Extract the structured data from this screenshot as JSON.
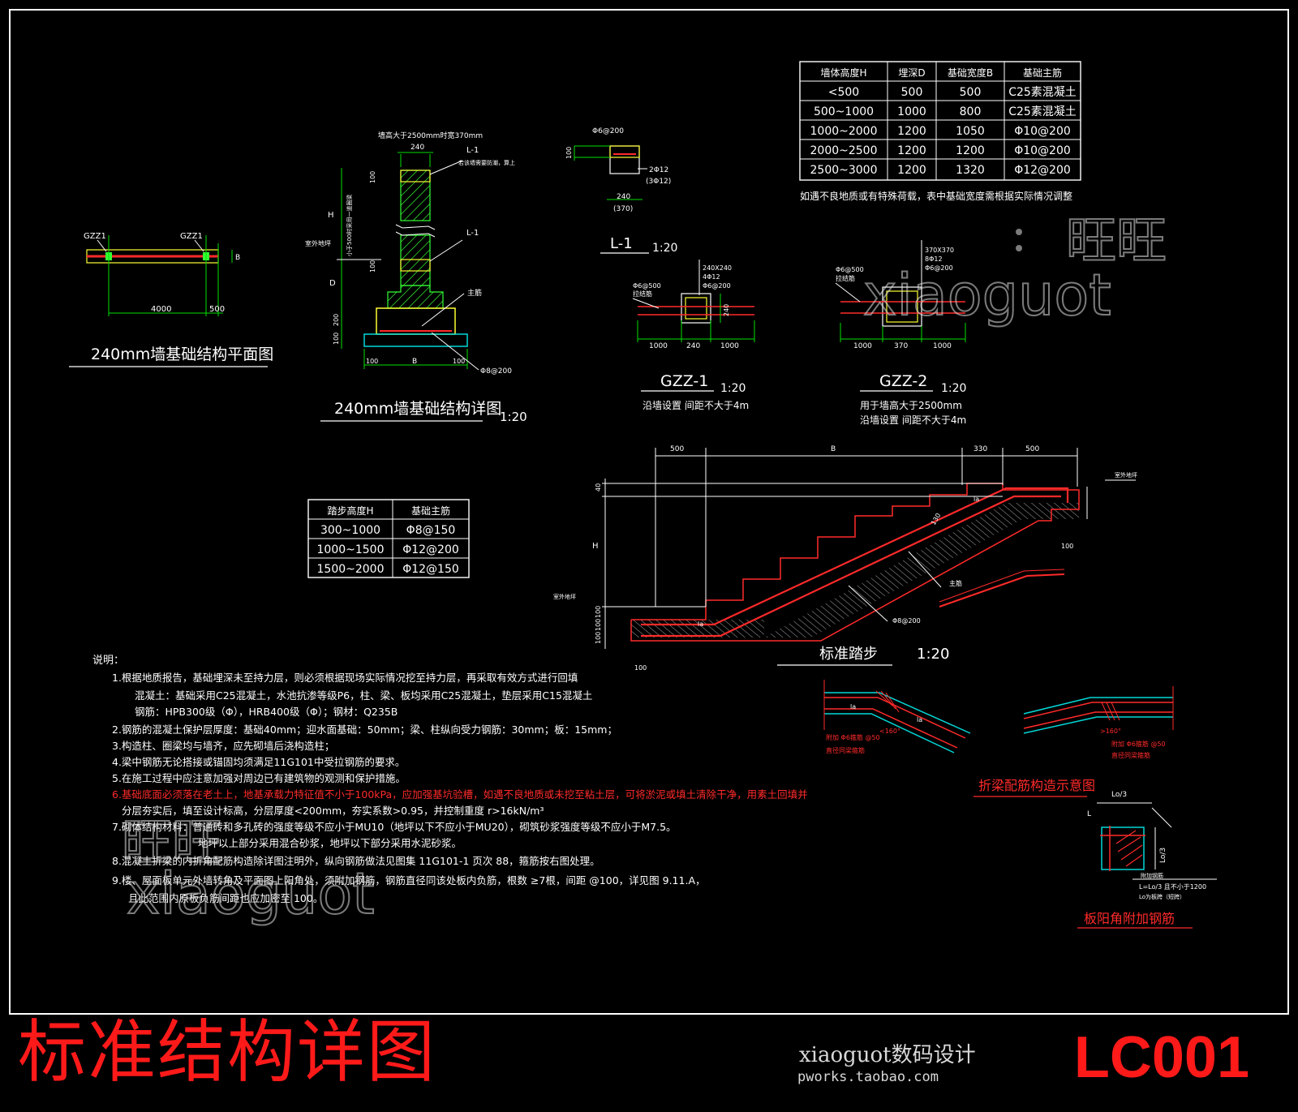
{
  "footer": {
    "title": "标准结构详图",
    "code": "LC001",
    "brand": "xiaoguot数码设计",
    "url": "pworks.taobao.com"
  },
  "watermark": {
    "cn": "旺旺",
    "en": "xiaoguot"
  },
  "colors": {
    "frame": "#ffffff",
    "rebar": "#ff2a2a",
    "dimension": "#00e000",
    "hatch": "#33ff33",
    "footing": "#ffff33",
    "bedding": "#00d8d8",
    "stair": "#ff2a2a"
  },
  "plan": {
    "title": "240mm墙基础结构平面图",
    "col_left": "GZZ1",
    "col_right": "GZZ1",
    "dim_length": "4000",
    "dim_end": "500",
    "dim_side": "B"
  },
  "wall_detail": {
    "title": "240mm墙基础结构详图",
    "scale": "1:20",
    "note_top": "墙高大于2500mm时宽370mm",
    "dim_top": "240",
    "beam_top": "L-1",
    "beam_top_note": "若该墙需要防潮，算上",
    "beam_mid": "L-1",
    "label_h": "H",
    "label_h_note": "小于500时采用一道圈梁",
    "label_d": "D",
    "ground_label": "室外地坪",
    "main_bar": "主筋",
    "dims_left": [
      "100",
      "100",
      "200",
      "100"
    ],
    "dims_bottom": [
      "100",
      "B",
      "100"
    ],
    "stirrup": "Φ8@200"
  },
  "l1_section": {
    "title": "L-1",
    "scale": "1:20",
    "stirrup": "Φ6@200",
    "bars": "2Φ12",
    "bars_alt": "(3Φ12)",
    "width": "240",
    "width_alt": "(370)",
    "height": "100"
  },
  "gzz1": {
    "title": "GZZ-1",
    "scale": "1:20",
    "note": "沿墙设置 间距不大于4m",
    "size": "240X240",
    "bars": "4Φ12",
    "stirrup": "Φ6@200",
    "side_bar": "Φ6@500",
    "side_label": "拉结筋",
    "dims": [
      "1000",
      "240",
      "1000"
    ],
    "height": "240"
  },
  "gzz2": {
    "title": "GZZ-2",
    "scale": "1:20",
    "note1": "用于墙高大于2500mm",
    "note2": "沿墙设置 间距不大于4m",
    "size": "370X370",
    "bars": "8Φ12",
    "stirrup": "Φ6@200",
    "side_bar": "Φ6@500",
    "side_label": "拉结筋",
    "dims": [
      "1000",
      "370",
      "1000"
    ]
  },
  "wall_table": {
    "headers": [
      "墙体高度H",
      "埋深D",
      "基础宽度B",
      "基础主筋"
    ],
    "rows": [
      [
        "<500",
        "500",
        "500",
        "C25素混凝土"
      ],
      [
        "500~1000",
        "1000",
        "800",
        "C25素混凝土"
      ],
      [
        "1000~2000",
        "1200",
        "1050",
        "Φ10@200"
      ],
      [
        "2000~2500",
        "1200",
        "1200",
        "Φ10@200"
      ],
      [
        "2500~3000",
        "1200",
        "1320",
        "Φ12@200"
      ]
    ],
    "note": "如遇不良地质或有特殊荷载，表中基础宽度需根据实际情况调整"
  },
  "step_table": {
    "headers": [
      "踏步高度H",
      "基础主筋"
    ],
    "rows": [
      [
        "300~1000",
        "Φ8@150"
      ],
      [
        "1000~1500",
        "Φ12@200"
      ],
      [
        "1500~2000",
        "Φ12@150"
      ]
    ]
  },
  "stair": {
    "title": "标准踏步",
    "scale": "1:20",
    "dims_top": [
      "500",
      "B",
      "330",
      "500"
    ],
    "label_h": "H",
    "ground_left": "室外地坪",
    "ground_right": "室外地坪",
    "main_bar": "主筋",
    "stirrup": "Φ8@200",
    "anchor": "la",
    "dim_40": "40",
    "dim_100": "100",
    "dims_left": [
      "100",
      "100",
      "100"
    ],
    "dim_130": "130"
  },
  "fold_beam": {
    "title": "折梁配筋构造示意图",
    "note_left": "附加 Φ6箍筋 @50",
    "note_left2": "直径同梁箍筋",
    "note_right": "附加 Φ6箍筋 @50",
    "note_right2": "直径同梁箍筋",
    "anchor": "la",
    "angle": "<160°",
    "angle2": ">160°"
  },
  "slab_corner": {
    "title": "板阳角附加钢筋",
    "label_lo3": "Lo/3",
    "label_l": "L",
    "label_side": "Lo/3",
    "note1": "附加钢筋",
    "note2": "L=Lo/3 且不小于1200",
    "note3": "Lo为板跨（短跨）"
  },
  "notes": {
    "heading": "说明：",
    "lines": [
      "1.根据地质报告，基础埋深未至持力层，则必须根据现场实际情况挖至持力层，再采取有效方式进行回填",
      "混凝土：基础采用C25混凝土，水池抗渗等级P6，柱、梁、板均采用C25混凝土，垫层采用C15混凝土",
      "钢筋：HPB300级（Φ），HRB400级（Φ）；钢材：Q235B",
      "2.钢筋的混凝土保护层厚度：基础40mm；迎水面基础：50mm；梁、柱纵向受力钢筋：30mm；板：15mm；",
      "3.构造柱、圈梁均与墙齐，应先砌墙后浇构造柱；",
      "4.梁中钢筋无论搭接或锚固均须满足11G101中受拉钢筋的要求。",
      "5.在施工过程中应注意加强对周边已有建筑物的观测和保护措施。",
      "6.基础底面必须落在老土上，地基承载力特征值不小于100kPa，应加强基坑验槽，如遇不良地质或未挖至粘土层，可将淤泥或填土清除干净，用素土回填并",
      "分层夯实后，填至设计标高，分层厚度<200mm，夯实系数>0.95，并控制重度 r>16kN/m³",
      "7.砌体结构材料：普通砖和多孔砖的强度等级不应小于MU10（地坪以下不应小于MU20），砌筑砂浆强度等级不应小于M7.5。",
      "地坪以上部分采用混合砂浆，地坪以下部分采用水泥砂浆。",
      "8.混凝土折梁的内折角配筋构造除详图注明外，纵向钢筋做法见图集 11G101-1 页次 88，箍筋按右图处理。",
      "9.楼、屋面板单元外墙转角及平面图上阳角处，须附加钢筋，钢筋直径同该处板内负筋，根数 ≥7根，间距 @100，详见图 9.11.A，",
      "且此范围内原板负筋间距也应加密至 100。"
    ]
  }
}
